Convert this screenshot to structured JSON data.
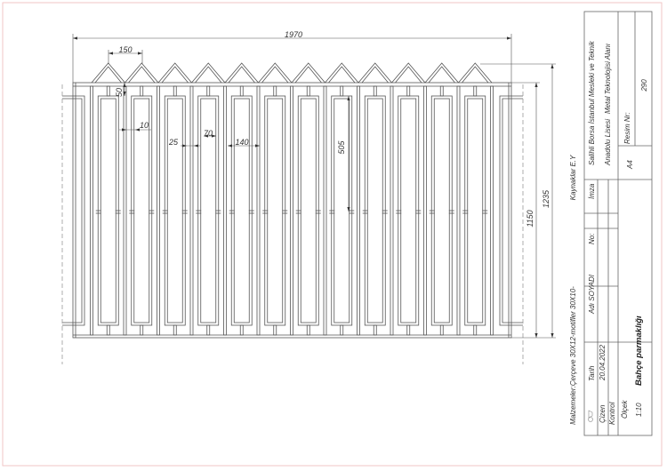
{
  "dimensions": {
    "overall_width": "1970",
    "picket_pitch": "150",
    "top_gap": "50",
    "gap_small": "10",
    "flat_bar": "25",
    "picket_width": "70",
    "spacing": "140",
    "half_height": "505",
    "frame_height": "1150",
    "total_height": "1235"
  },
  "notes": {
    "materials": "Malzemeler:Çerçeve 30X12-motifler 30X10-",
    "sources": "Kaynaklar E.Y"
  },
  "title_block": {
    "header_date": "Tarih",
    "header_name": "Adı SOYADI",
    "header_no": "No:",
    "header_signature": "İmza",
    "drawn_by_label": "Çizen",
    "drawn_date": "20.04.2022",
    "checked_label": "Kontrol",
    "scale_label": "Ölçek",
    "scale_value": "1:10",
    "drawing_title": "Bahçe parmaklığı",
    "school_line1": "Salihli Borsa İstanbul Mesleki ve Teknik",
    "school_line2_a": "Anadolu Lisesi",
    "school_line2_b": "Metal Teknolojisi Alanı",
    "paper_size": "A4",
    "drawing_no_label": "Resim Nr:",
    "drawing_no": "290"
  }
}
